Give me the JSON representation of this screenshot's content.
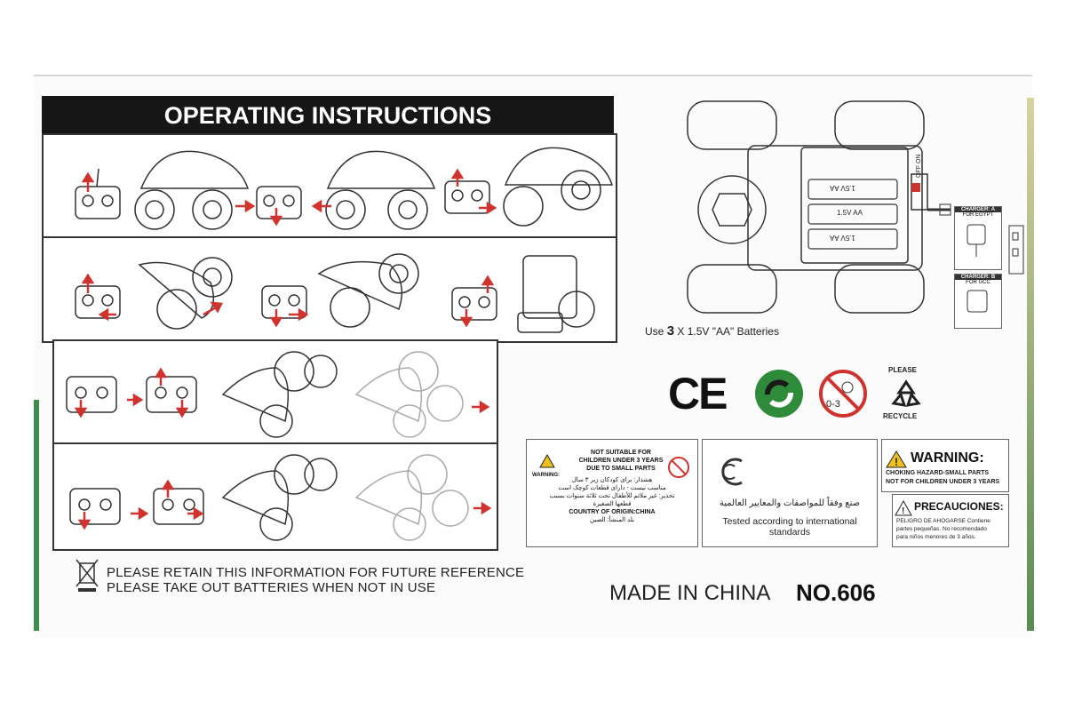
{
  "header": {
    "title": "OPERATING INSTRUCTIONS"
  },
  "battery": {
    "caption_pre": "Use ",
    "caption_num": "3",
    "caption_post": " X 1.5V \"AA\" Batteries",
    "cell_label": "1.5V AA",
    "switch_label": "OFF ON"
  },
  "chargers": {
    "a_title": "CHARGER: A",
    "a_sub": "FOR EGYPT",
    "b_title": "CHARGER: B",
    "b_sub": "FOR GCC"
  },
  "symbols": {
    "ce": "CE",
    "age": "0-3",
    "recycle_top": "PLEASE",
    "recycle_bottom": "RECYCLE"
  },
  "label_age": {
    "line1": "NOT SUITABLE FOR",
    "line2": "CHILDREN UNDER 3 YEARS",
    "line3": "DUE TO SMALL PARTS",
    "warning": "WARNING:",
    "arabic1": "هشدار: برای کودکان زیر ۳ سال",
    "arabic2": "مناسب نیست - دارای قطعات کوچک است",
    "arabic3": "تحذير: غير ملائم للأطفال تحت ثلاثة سنوات بسبب",
    "arabic4": "قطعها الصغيرة",
    "origin": "COUNTRY OF ORIGIN:CHINA",
    "origin_ar": "بلد المنشأ: الصين"
  },
  "label_standards": {
    "arabic": "صنع وفقاً للمواصفات والمعايير العالمية",
    "english": "Tested according to international standards"
  },
  "label_warning": {
    "title": "WARNING:",
    "line1": "CHOKING HAZARD-SMALL PARTS",
    "line2": "NOT FOR CHILDREN UNDER 3 YEARS",
    "prec_title": "PRECAUCIONES:",
    "prec1": "PELIGRO DE AHOGARSE Contiene",
    "prec2": "partes pequeñas. No recomendado",
    "prec3": "para niños menores de 3 años."
  },
  "footer": {
    "line1": "PLEASE RETAIN THIS INFORMATION FOR FUTURE REFERENCE",
    "line2": "PLEASE TAKE OUT BATTERIES WHEN NOT IN USE",
    "made": "MADE IN CHINA",
    "model": "NO.606"
  },
  "colors": {
    "arrow": "#d0322d",
    "ink": "#222222",
    "recycle_green": "#2e8b3a"
  }
}
